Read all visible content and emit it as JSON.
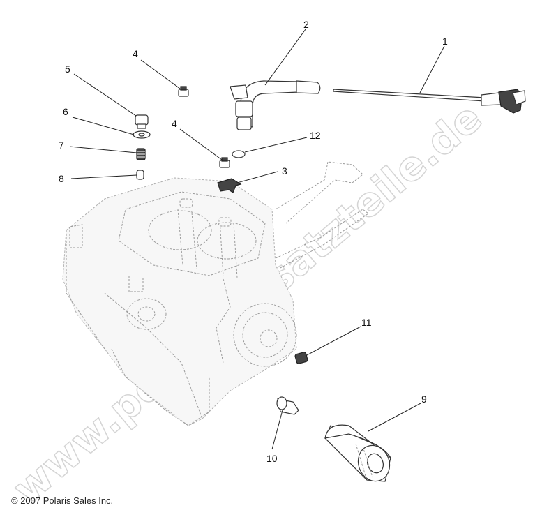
{
  "watermark": "www.polarisersatzteile.de",
  "copyright": "© 2007 Polaris Sales Inc.",
  "callouts": {
    "c1": "1",
    "c2": "2",
    "c3": "3",
    "c4a": "4",
    "c4b": "4",
    "c5": "5",
    "c6": "6",
    "c7": "7",
    "c8": "8",
    "c9": "9",
    "c10": "10",
    "c11": "11",
    "c12": "12"
  }
}
